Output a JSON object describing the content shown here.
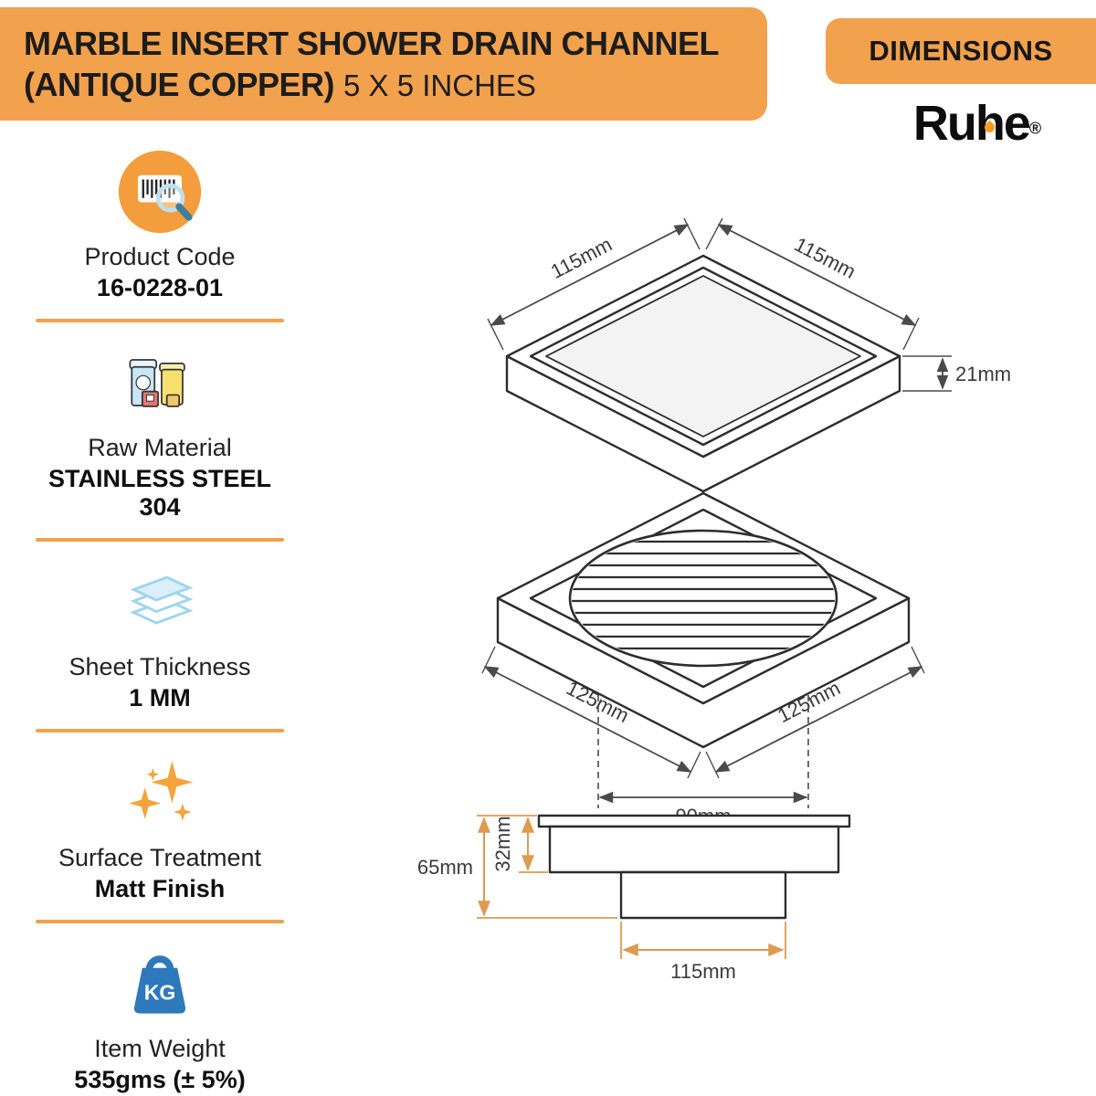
{
  "header": {
    "title_line1": "MARBLE INSERT SHOWER DRAIN CHANNEL",
    "title_line2_bold": "(ANTIQUE COPPER)",
    "title_line2_rest": "5 X 5 INCHES",
    "dimensions_label": "DIMENSIONS",
    "brand": "Ruhe",
    "registered_mark": "®"
  },
  "sidebar": {
    "items": [
      {
        "icon": "barcode-search-icon",
        "label": "Product Code",
        "value": "16-0228-01"
      },
      {
        "icon": "material-jars-icon",
        "label": "Raw Material",
        "value": "STAINLESS STEEL 304"
      },
      {
        "icon": "stacked-sheets-icon",
        "label": "Sheet Thickness",
        "value": "1 MM"
      },
      {
        "icon": "sparkles-icon",
        "label": "Surface Treatment",
        "value": "Matt Finish"
      },
      {
        "icon": "kg-weight-icon",
        "label": "Item Weight",
        "value": "535gms (± 5%)"
      }
    ]
  },
  "drawing": {
    "lid": {
      "dim_left": "115mm",
      "dim_right": "115mm",
      "dim_height": "21mm"
    },
    "body": {
      "dim_left": "125mm",
      "dim_right": "125mm",
      "dim_opening": "90mm"
    },
    "section": {
      "dim_total_height": "65mm",
      "dim_body_height": "32mm",
      "dim_outlet_width": "115mm"
    }
  },
  "colors": {
    "accent": "#F2A14D",
    "dim_line": "#4a4a4a",
    "section_dim_line": "#DE9A4E"
  }
}
